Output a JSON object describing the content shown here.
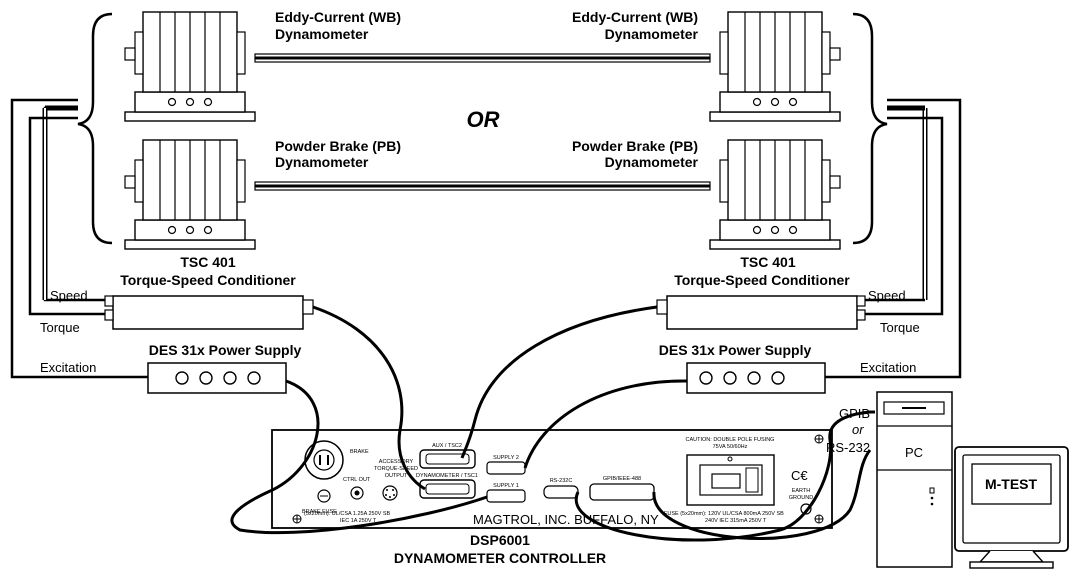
{
  "labels": {
    "wb_left_1": "Eddy-Current (WB)",
    "wb_left_2": "Dynamometer",
    "wb_right_1": "Eddy-Current (WB)",
    "wb_right_2": "Dynamometer",
    "or": "OR",
    "pb_left_1": "Powder Brake (PB)",
    "pb_left_2": "Dynamometer",
    "pb_right_1": "Powder Brake (PB)",
    "pb_right_2": "Dynamometer",
    "tsc_left_1": "TSC 401",
    "tsc_left_2": "Torque-Speed Conditioner",
    "tsc_right_1": "TSC 401",
    "tsc_right_2": "Torque-Speed Conditioner",
    "speed_left": "Speed",
    "torque_left": "Torque",
    "speed_right": "Speed",
    "torque_right": "Torque",
    "des_left": "DES 31x Power Supply",
    "des_right": "DES 31x Power Supply",
    "exc_left": "Excitation",
    "exc_right": "Excitation",
    "gpib": "GPIB",
    "or_small": "or",
    "rs232": "RS-232",
    "pc": "PC",
    "mtest": "M-TEST",
    "controller_1": "DSP6001",
    "controller_2": "DYNAMOMETER CONTROLLER"
  },
  "panel": {
    "brake": "BRAKE",
    "brake_fuse": "BRAKE FUSE",
    "ctrl_out": "CTRL OUT",
    "accessory_1": "ACCESSORY",
    "accessory_2": "TORQUE-SPEED",
    "accessory_3": "OUTPUT",
    "aux": "AUX / TSC2",
    "dyno": "DYNAMOMETER / TSC1",
    "supply2": "SUPPLY 2",
    "supply1": "SUPPLY 1",
    "rs232c": "RS-232C",
    "gpib": "GPIB/IEEE-488",
    "caution_1": "CAUTION:  DOUBLE POLE FUSING",
    "caution_2": "75VA  50/60Hz",
    "earth_1": "EARTH",
    "earth_2": "GROUND",
    "fuse_left_1": "(5x20mm):  UL/CSA   1.25A   250V   SB",
    "fuse_left_2": "IEC   1A   250V   T",
    "fuse_right_1": "FUSE (5x20mm):   120V   UL/CSA   800mA   250V   SB",
    "fuse_right_2": "240V   IEC   315mA   250V   T",
    "maker": "MAGTROL, INC.    BUFFALO, NY",
    "ce": "C€"
  }
}
